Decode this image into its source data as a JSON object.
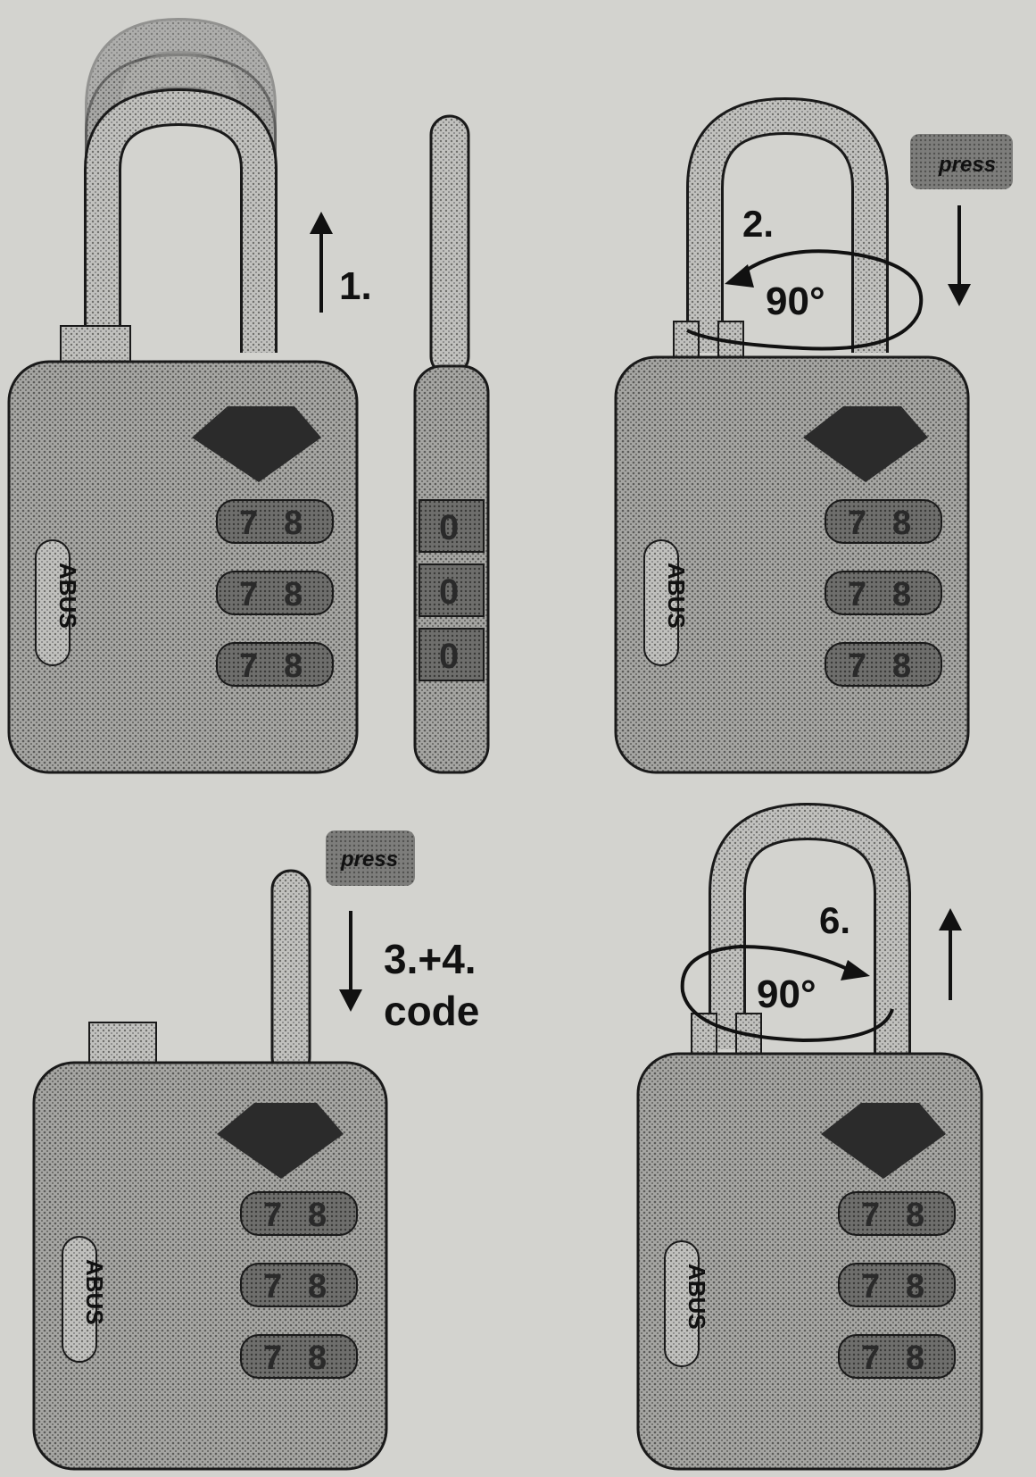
{
  "steps": {
    "step1": "1.",
    "step2": "2.",
    "step2_angle": "90°",
    "step34_line1": "3.+4.",
    "step34_line2": "code",
    "step6": "6.",
    "step6_angle": "90°"
  },
  "press_tags": {
    "top_right": "press",
    "bottom_center": "press"
  },
  "lock": {
    "brand": "ABUS",
    "dial_digits": [
      "7",
      "8"
    ],
    "side_dial_digit": "0"
  },
  "colors": {
    "background": "#d3d3cf",
    "body_fill": "#9a9a98",
    "shackle_fill": "#b3b3b0",
    "outline": "#1a1a1a",
    "dark": "#2b2b2b"
  },
  "icons": [
    "up-arrow-icon",
    "down-arrow-icon",
    "rotate-90-arrow-icon",
    "diamond-logo-icon"
  ]
}
